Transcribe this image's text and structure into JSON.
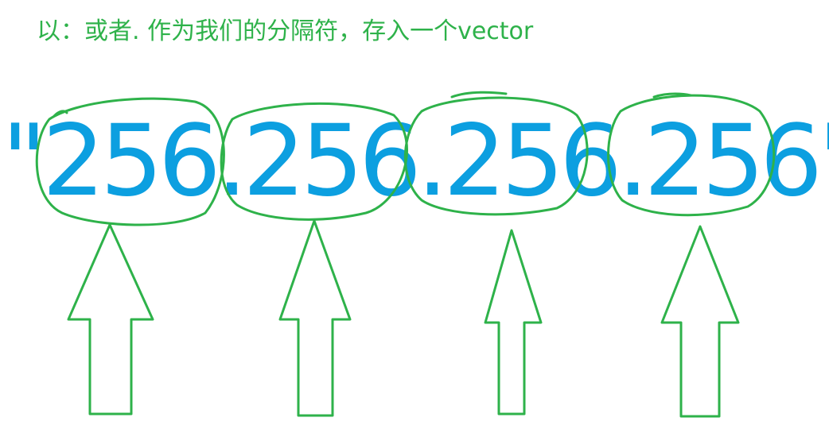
{
  "caption": "以：或者. 作为我们的分隔符，存入一个vector",
  "ip_string": {
    "open_quote": "\"",
    "segments": [
      "256",
      "256",
      "256",
      "256"
    ],
    "separator": ".",
    "close_quote": "\""
  },
  "colors": {
    "annotation_green": "#2eb24a",
    "text_blue": "#0c9fe0"
  }
}
